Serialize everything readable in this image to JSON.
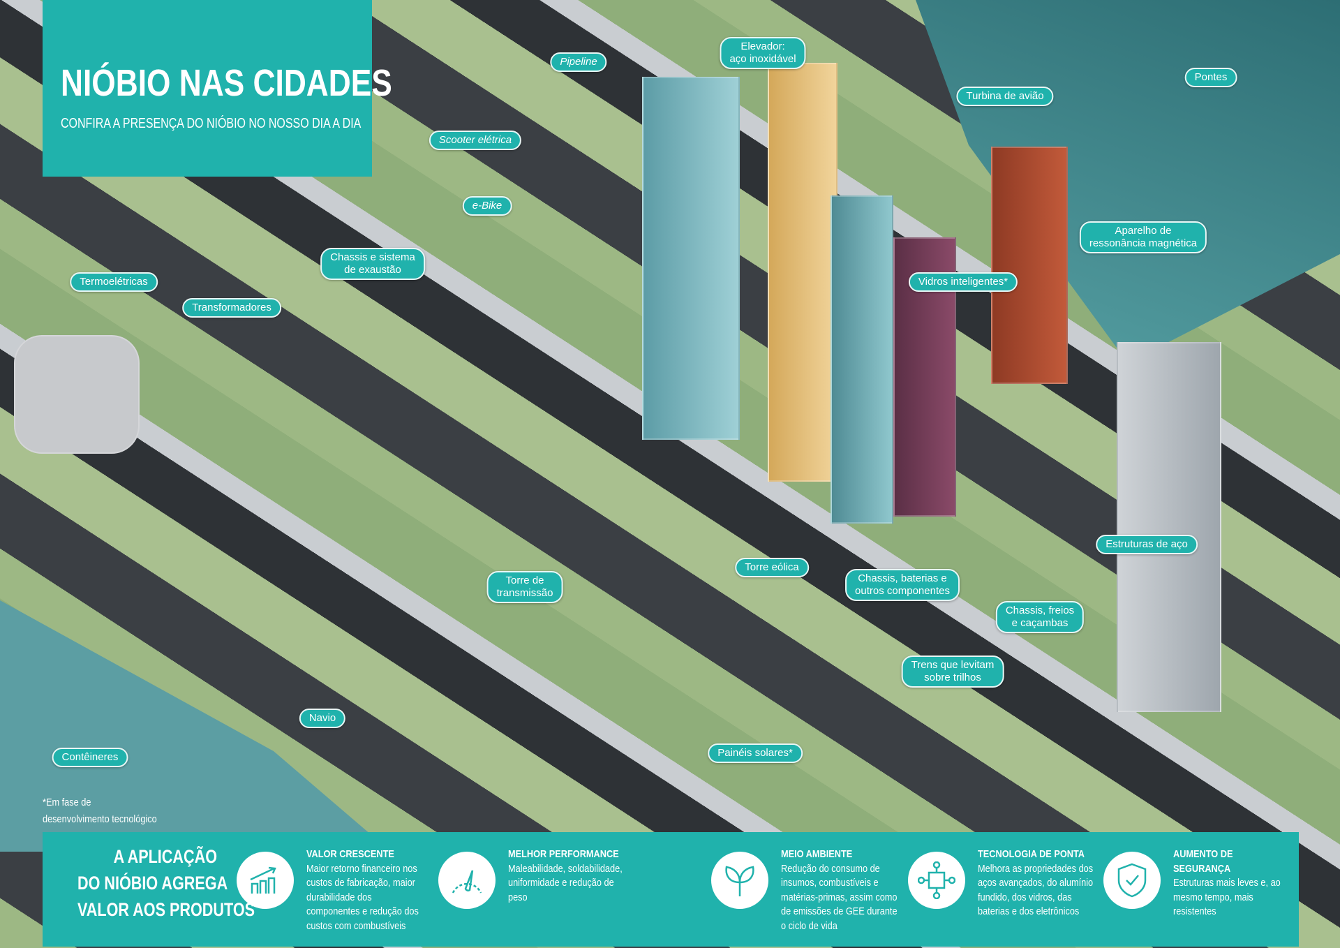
{
  "title": "NIÓBIO NAS CIDADES",
  "subtitle": "CONFIRA A PRESENÇA DO NIÓBIO NO NOSSO DIA A DIA",
  "labels": {
    "pipeline": "Pipeline",
    "elevador": "Elevador:\naço inoxidável",
    "turbina": "Turbina de avião",
    "pontes": "Pontes",
    "scooter": "Scooter elétrica",
    "ebike": "e-Bike",
    "chassis_exaustao": "Chassis e sistema\nde exaustão",
    "termoeletricas": "Termoelétricas",
    "transformadores": "Transformadores",
    "ressonancia": "Aparelho de\nressonância magnética",
    "vidros": "Vidros inteligentes*",
    "estruturas": "Estruturas de aço",
    "torre_eolica": "Torre eólica",
    "chassis_baterias": "Chassis, baterias e\noutros componentes",
    "chassis_freios": "Chassis, freios\ne caçambas",
    "torre_transmissao": "Torre de\ntransmissão",
    "trens": "Trens que levitam\nsobre trilhos",
    "navio": "Navio",
    "conteineres": "Contêineres",
    "paineis": "Painéis solares*"
  },
  "footnote": "*Em fase de\ndesenvolvimento tecnológico",
  "panel": {
    "heading": "A APLICAÇÃO\nDO NIÓBIO AGREGA\nVALOR AOS PRODUTOS",
    "items": [
      {
        "icon": "growth-chart-icon",
        "title": "VALOR CRESCENTE",
        "text": "Maior retorno financeiro nos custos de fabricação, maior durabilidade dos componentes e redução dos custos com combustíveis"
      },
      {
        "icon": "gauge-icon",
        "title": "MELHOR PERFORMANCE",
        "text": "Maleabilidade, soldabilidade, uniformidade e redução de peso"
      },
      {
        "icon": "leaves-icon",
        "title": "MEIO AMBIENTE",
        "text": "Redução do consumo de insumos, combustíveis e matérias-primas, assim como de emissões de GEE durante o ciclo de vida"
      },
      {
        "icon": "circuit-icon",
        "title": "TECNOLOGIA DE PONTA",
        "text": "Melhora as propriedades dos aços avançados, do alumínio fundido, dos vidros, das baterias e dos eletrônicos"
      },
      {
        "icon": "shield-check-icon",
        "title": "AUMENTO DE SEGURANÇA",
        "text": "Estruturas mais leves e, ao mesmo tempo, mais resistentes"
      }
    ]
  },
  "colors": {
    "accent": "#20b2ac"
  }
}
